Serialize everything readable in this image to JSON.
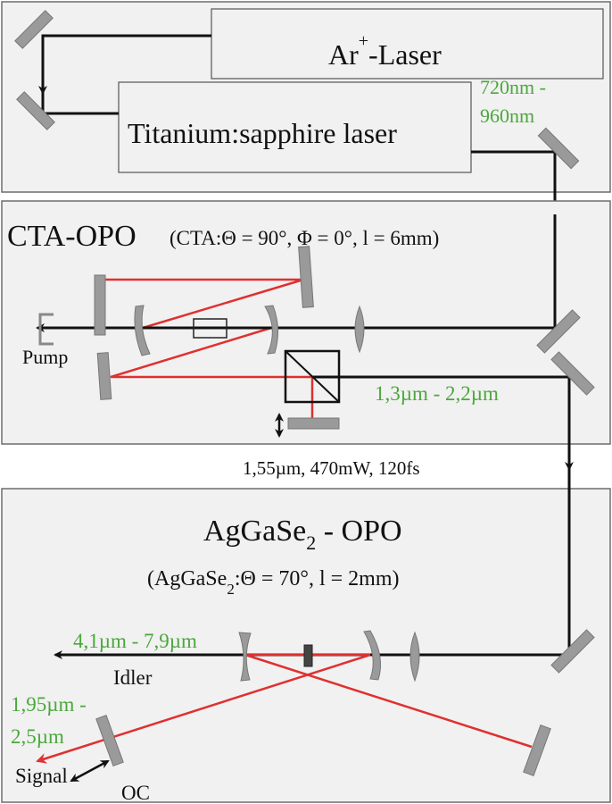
{
  "pump_section": {
    "ar_laser": {
      "base": "Ar",
      "sup": "+",
      "rest": "-Laser"
    },
    "ti_laser": "Titanium:sapphire laser",
    "tuning_line1": "720nm -",
    "tuning_line2": "960nm"
  },
  "cta_opo": {
    "title": "CTA-OPO",
    "params": "(CTA:Θ = 90°, Φ = 0°, l = 6mm)",
    "pump_label": "Pump",
    "signal_range": "1,3µm - 2,2µm",
    "output_specs": "1,55µm, 470mW, 120fs"
  },
  "aggase_opo": {
    "title": {
      "base": "AgGaSe",
      "sub": "2",
      "rest": " - OPO"
    },
    "params": {
      "base": "(AgGaSe",
      "sub": "2",
      "rest": ":Θ = 70°, l = 2mm)"
    },
    "idler_range": "4,1µm - 7,9µm",
    "idler_label": "Idler",
    "signal_range_line1": "1,95µm -",
    "signal_range_line2": "2,5µm",
    "signal_label": "Signal",
    "oc_label": "OC"
  },
  "colors": {
    "beam": "#111111",
    "cavity": "#e03030",
    "wavelength_text": "#4aa83a",
    "optic": "#9a9a9a"
  }
}
